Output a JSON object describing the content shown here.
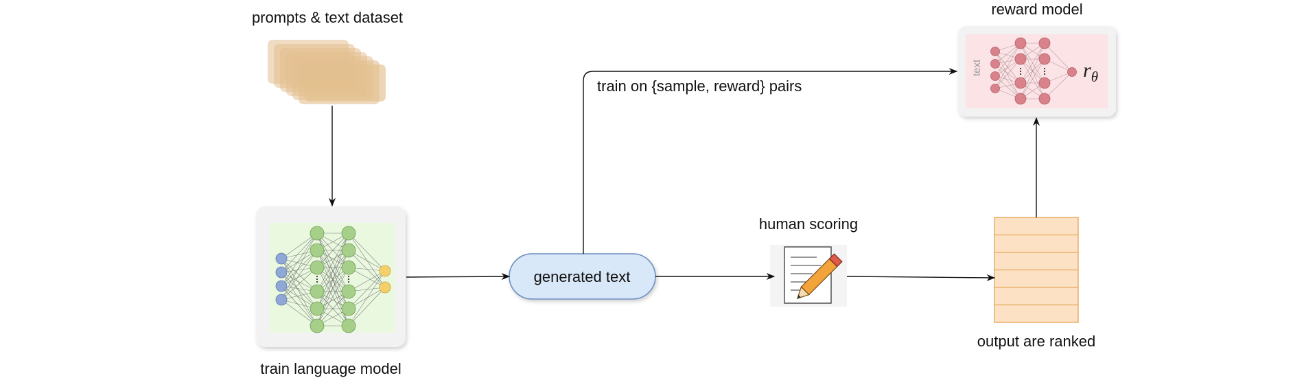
{
  "labels": {
    "dataset": "prompts & text dataset",
    "lm": "train language model",
    "generated": "generated text",
    "human": "human scoring",
    "ranked": "output are ranked",
    "reward_model": "reward model",
    "train_pairs": "train on {sample, reward} pairs",
    "rm_input": "text",
    "rm_output": "r",
    "rm_output_sub": "θ"
  },
  "colors": {
    "dataset_card": "#e3c08f",
    "lm_panel_bg": "#eaf8e0",
    "lm_input_node": "#8fa8d6",
    "lm_hidden_node": "#a6d08a",
    "lm_output_node": "#f3d06a",
    "pill_fill": "#d9e8f8",
    "pill_stroke": "#6c8ebf",
    "rm_panel_bg": "#fbe3e6",
    "rm_node": "#d9828c",
    "ranked_fill": "#fde1c4",
    "ranked_stroke": "#e6a95a",
    "pencil_body": "#f2a33a",
    "pencil_tip": "#e05a4a"
  },
  "icons": {
    "human": "pencil-paper-icon"
  }
}
